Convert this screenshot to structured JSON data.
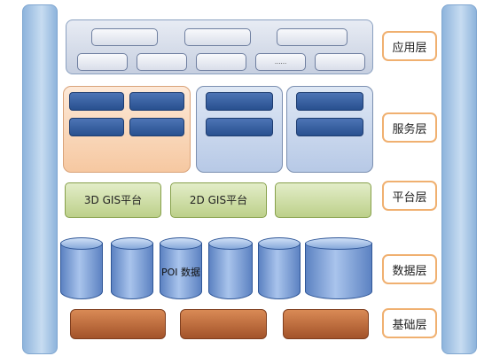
{
  "left_bar": {
    "text": ""
  },
  "right_bar": {
    "text": ""
  },
  "layers": [
    {
      "label": "应用层"
    },
    {
      "label": "服务层"
    },
    {
      "label": "平台层"
    },
    {
      "label": "数据层"
    },
    {
      "label": "基础层"
    }
  ],
  "app_layer": {
    "top_row": [
      "",
      "",
      ""
    ],
    "bottom_row": [
      "",
      "",
      "",
      "......",
      ""
    ]
  },
  "service_layer": {
    "interface": {
      "buttons": [
        "",
        "",
        "",
        ""
      ],
      "caption": ""
    },
    "data_mgmt": {
      "buttons": [
        "",
        ""
      ],
      "caption": ""
    },
    "ops_mgmt": {
      "buttons": [
        "",
        ""
      ],
      "caption": ""
    }
  },
  "platform_layer": [
    "3D GIS平台",
    "2D GIS平台",
    ""
  ],
  "data_layer": [
    "",
    "",
    "POI 数据",
    "",
    "",
    ""
  ],
  "base_layer": [
    "",
    "",
    ""
  ]
}
